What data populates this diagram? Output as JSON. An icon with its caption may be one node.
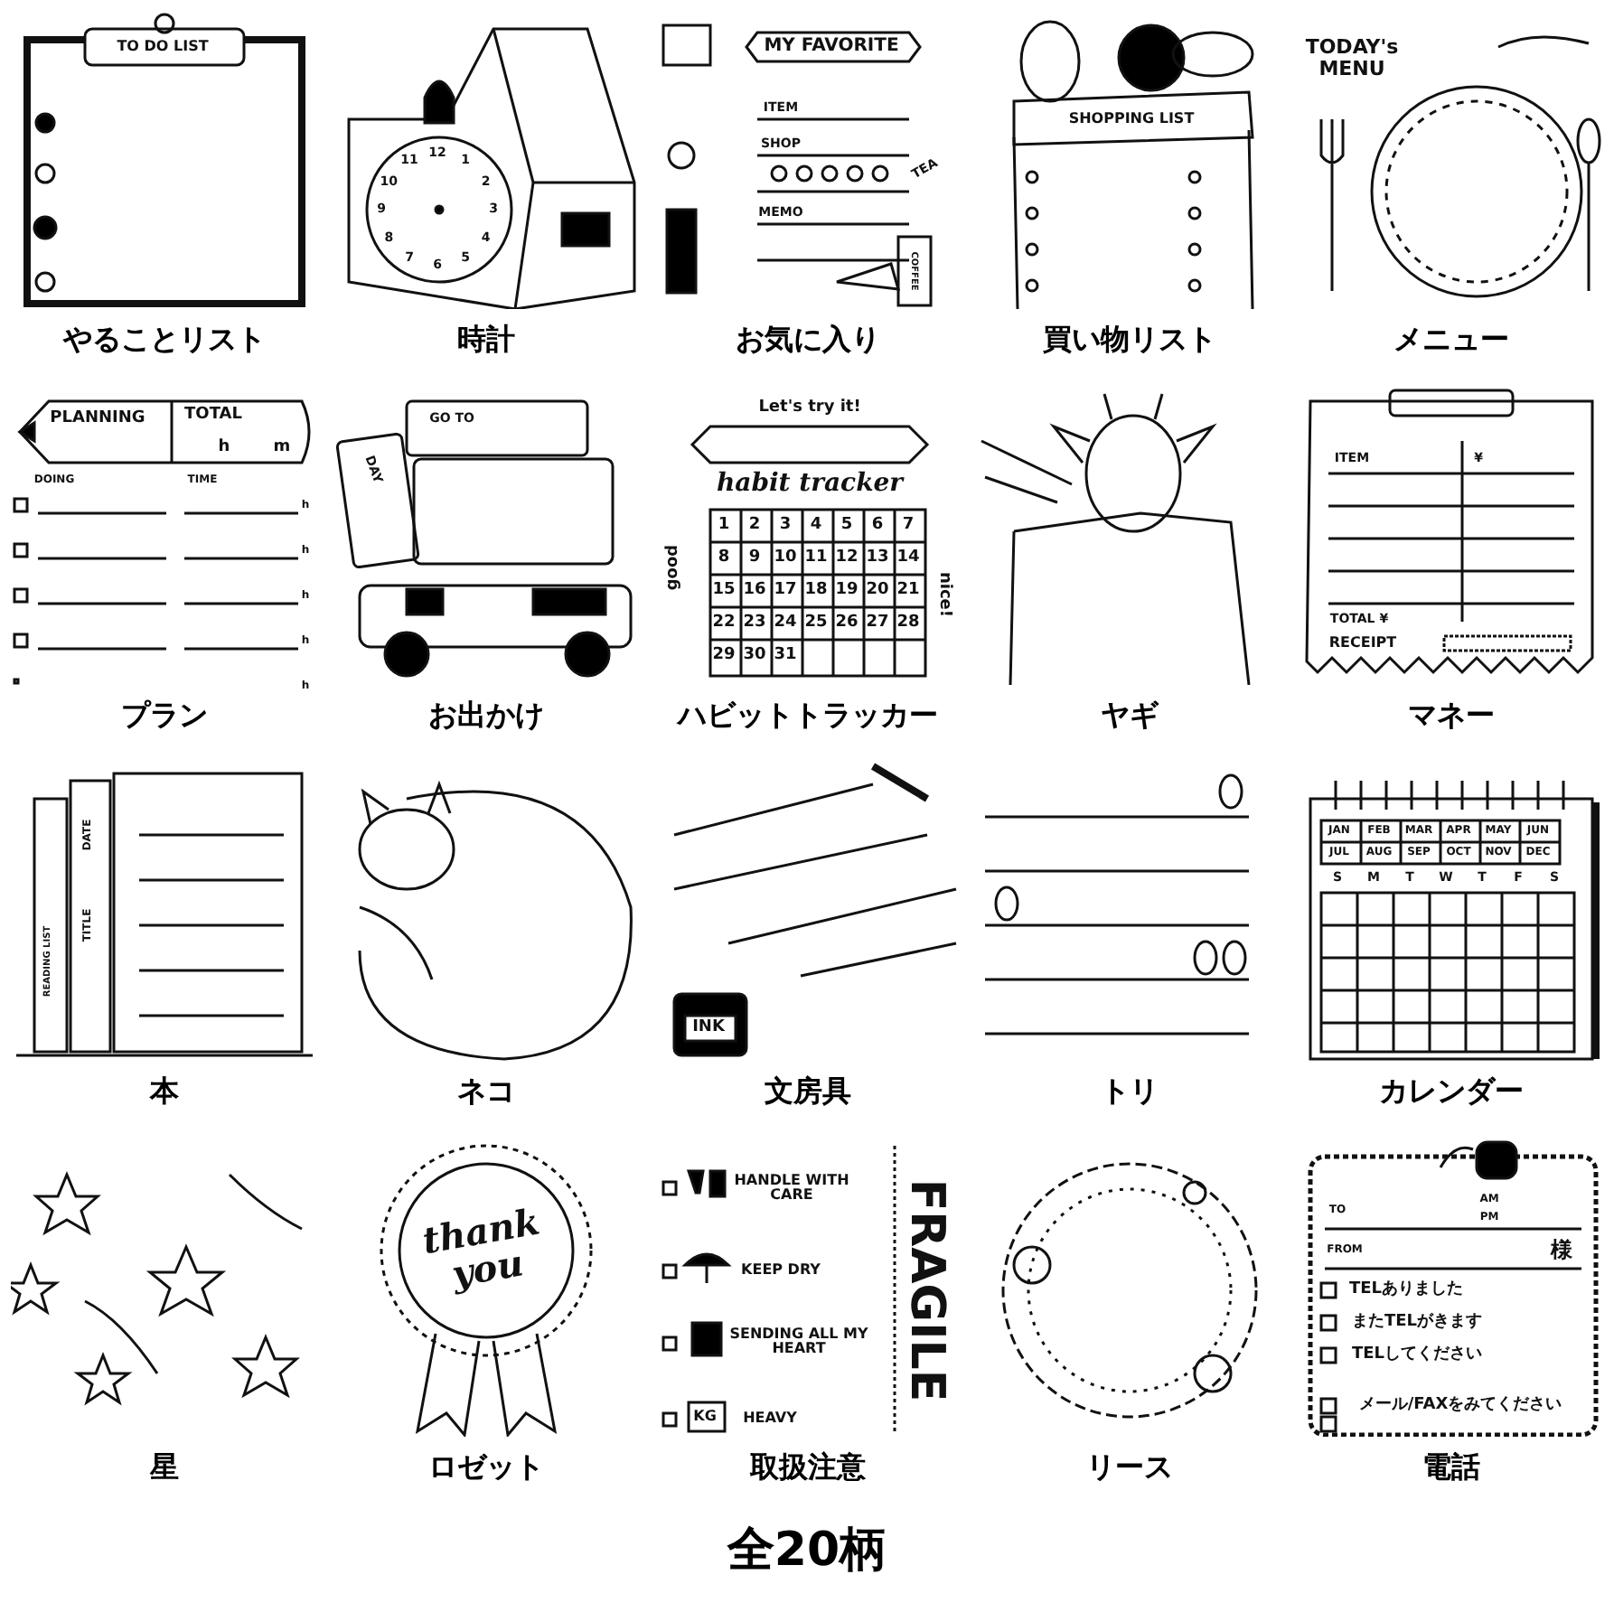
{
  "diagram": {
    "caption": "全20柄",
    "nodes": [
      {
        "text": [
          "やることリスト"
        ]
      },
      {
        "text": [
          "時計"
        ]
      },
      {
        "text": [
          "お気に入り"
        ]
      },
      {
        "text": [
          "買い物リスト"
        ]
      },
      {
        "text": [
          "メニュー"
        ]
      },
      {
        "text": [
          "プラン"
        ]
      },
      {
        "text": [
          "お出かけ"
        ]
      },
      {
        "text": [
          "ハビットトラッカー"
        ]
      },
      {
        "text": [
          "ヤギ"
        ]
      },
      {
        "text": [
          "マネー"
        ]
      },
      {
        "text": [
          "本"
        ]
      },
      {
        "text": [
          "ネコ"
        ]
      },
      {
        "text": [
          "文房具"
        ]
      },
      {
        "text": [
          "トリ"
        ]
      },
      {
        "text": [
          "カレンダー"
        ]
      },
      {
        "text": [
          "星"
        ]
      },
      {
        "text": [
          "ロゼット"
        ]
      },
      {
        "text": [
          "取扱注意"
        ]
      },
      {
        "text": [
          "リース"
        ]
      },
      {
        "text": [
          "電話"
        ]
      }
    ],
    "labels": [
      "TO DO LIST",
      "12",
      "1",
      "2",
      "3",
      "4",
      "5",
      "6",
      "7",
      "8",
      "9",
      "10",
      "11",
      "MY FAVORITE",
      "ITEM",
      "SHOP",
      "MEMO",
      "TEA",
      "COFFEE",
      "SHOPPING LIST",
      "TODAY's MENU",
      "PLANNING",
      "TOTAL",
      "h",
      "m",
      "DOING",
      "TIME",
      "h",
      "h",
      "h",
      "h",
      "h",
      "GO TO",
      "DAY",
      "Let's try it!",
      "habit tracker",
      "good",
      "nice!",
      "1",
      "2",
      "3",
      "4",
      "5",
      "6",
      "7",
      "8",
      "9",
      "10",
      "11",
      "12",
      "13",
      "14",
      "15",
      "16",
      "17",
      "18",
      "19",
      "20",
      "21",
      "22",
      "23",
      "24",
      "25",
      "26",
      "27",
      "28",
      "29",
      "30",
      "31",
      "ITEM",
      "¥",
      "TOTAL ¥",
      "RECEIPT",
      "READING LIST",
      "DATE",
      "TITLE",
      "INK",
      "JAN",
      "FEB",
      "MAR",
      "APR",
      "MAY",
      "JUN",
      "JUL",
      "AUG",
      "SEP",
      "OCT",
      "NOV",
      "DEC",
      "S",
      "M",
      "T",
      "W",
      "T",
      "F",
      "S",
      "thank you",
      "HANDLE WITH CARE",
      "KEEP DRY",
      "SENDING ALL MY HEART",
      "KG",
      "HEAVY",
      "FRAGILE",
      "TO",
      "AM",
      "PM",
      "FROM",
      "様",
      "TELありました",
      "またTELがきます",
      "TELしてください",
      "メール/FAXをみてください"
    ]
  }
}
